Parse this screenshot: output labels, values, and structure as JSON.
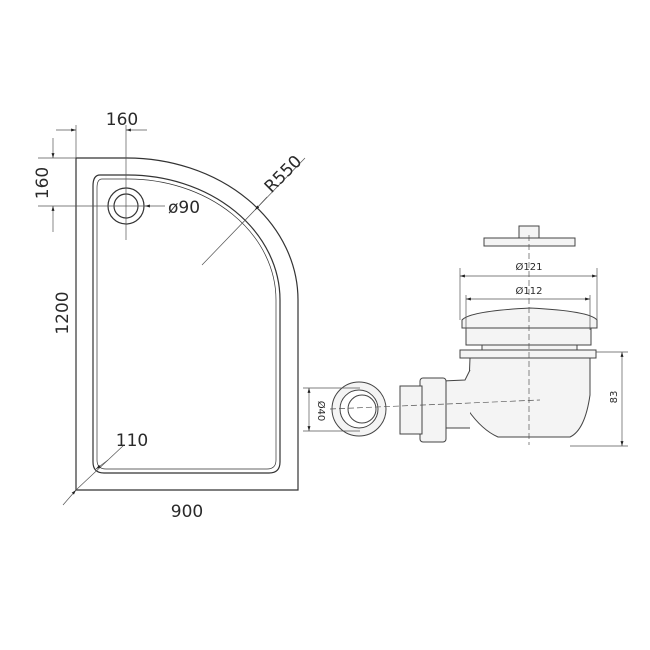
{
  "tray": {
    "dim_waste_offset_x": "160",
    "dim_waste_offset_y": "160",
    "dim_waste_diameter": "ø90",
    "dim_radius": "R550",
    "dim_length": "1200",
    "dim_width": "900",
    "dim_corner": "110"
  },
  "waste": {
    "dim_outer_diameter": "Ø121",
    "dim_inner_diameter": "Ø112",
    "dim_height": "83",
    "dim_outlet": "Ø40"
  }
}
